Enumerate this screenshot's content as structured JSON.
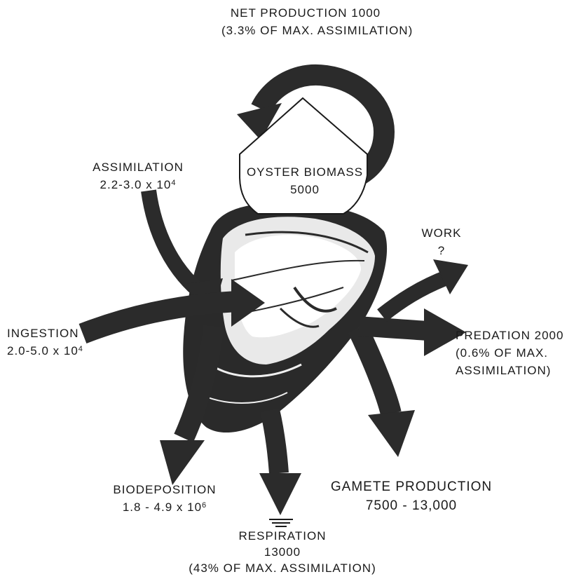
{
  "net_production": {
    "line1": "NET PRODUCTION 1000",
    "line2": "(3.3% OF MAX. ASSIMILATION)"
  },
  "biomass": {
    "line1": "OYSTER BIOMASS",
    "line2": "5000"
  },
  "assimilation": {
    "line1": "ASSIMILATION",
    "line2_base": "2.2-3.0 x 10",
    "line2_exp": "4"
  },
  "ingestion": {
    "line1": "INGESTION",
    "line2_base": "2.0-5.0 x 10",
    "line2_exp": "4"
  },
  "work": {
    "line1": "WORK",
    "line2": "?"
  },
  "predation": {
    "line1": "PREDATION   2000",
    "line2": "(0.6% OF MAX.",
    "line3": "ASSIMILATION)"
  },
  "biodeposition": {
    "line1": "BIODEPOSITION",
    "line2_base": "1.8 - 4.9 x 10",
    "line2_exp": "6"
  },
  "gamete_production": {
    "line1": "GAMETE PRODUCTION",
    "line2": "7500 - 13,000"
  },
  "respiration": {
    "line1": "RESPIRATION",
    "line2": "13000",
    "line3": "(43% OF MAX. ASSIMILATION)"
  },
  "colors": {
    "ink": "#1a1a1a",
    "arrow": "#2b2b2b",
    "background": "#ffffff"
  }
}
